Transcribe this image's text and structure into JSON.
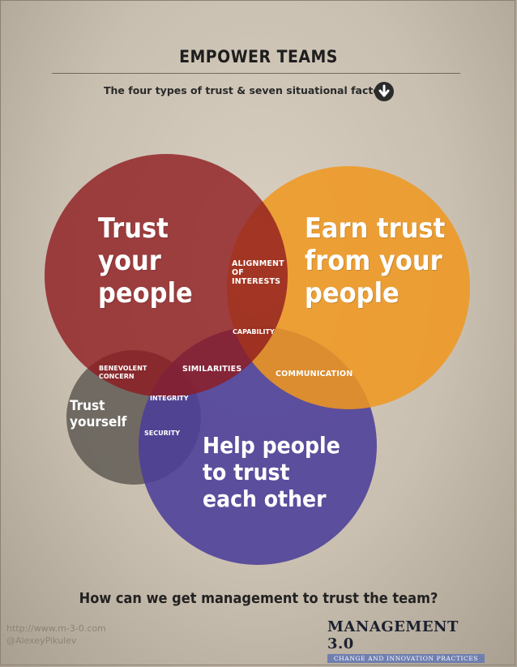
{
  "header": {
    "title": "EMPOWER TEAMS",
    "subtitle": "The four types of trust & seven situational factors",
    "subtitle_icon": "arrow-down-circle-icon"
  },
  "circles": [
    {
      "id": "trust-your-people",
      "label": "Trust\nyour\npeople",
      "color": "#8e1a1f"
    },
    {
      "id": "earn-trust",
      "label": "Earn trust\nfrom your\npeople",
      "color": "#f0971e"
    },
    {
      "id": "help-people",
      "label": "Help people\nto trust\neach other",
      "color": "#4b3d98"
    },
    {
      "id": "trust-yourself",
      "label": "Trust\nyourself",
      "color": "#5c5750"
    }
  ],
  "factors": {
    "alignment": "ALIGNMENT\nOF\nINTERESTS",
    "capability": "CAPABILITY",
    "benevolent": "BENEVOLENT\nCONCERN",
    "similarities": "SIMILARITIES",
    "communication": "COMMUNICATION",
    "integrity": "INTEGRITY",
    "security": "SECURITY"
  },
  "footer": {
    "question": "How can we get management to trust the team?",
    "url": "http://www.m-3-0.com",
    "author": "@AlexeyPikulev",
    "logo_main": "MANAGEMENT 3.0",
    "logo_sub": "CHANGE AND INNOVATION PRACTICES"
  }
}
